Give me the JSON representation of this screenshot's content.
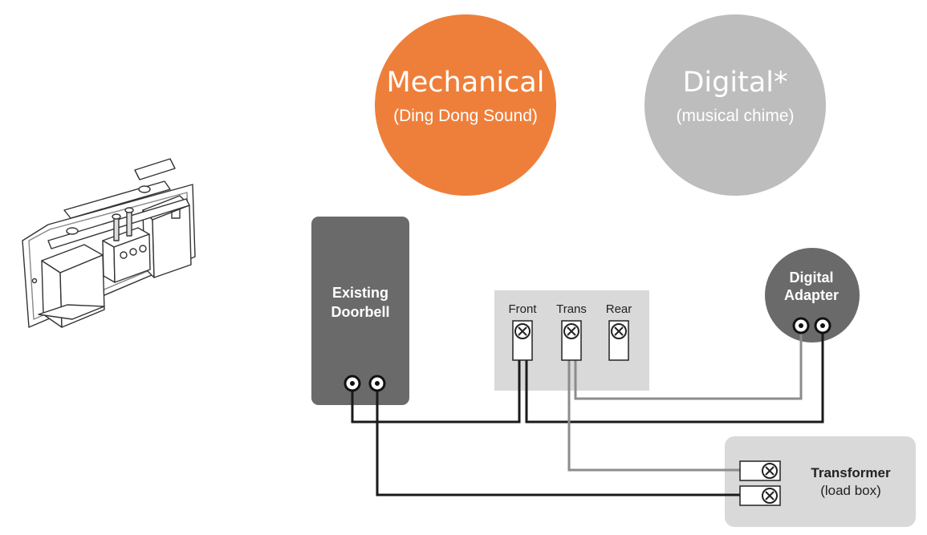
{
  "options": {
    "mechanical": {
      "title": "Mechanical",
      "subtitle": "(Ding Dong Sound)",
      "color": "#ee7f3b"
    },
    "digital": {
      "title": "Digital*",
      "subtitle": "(musical chime)",
      "color": "#bdbdbd"
    }
  },
  "existing_doorbell": {
    "line1": "Existing",
    "line2": "Doorbell",
    "color": "#6a6a6a"
  },
  "terminal_block": {
    "labels": [
      "Front",
      "Trans",
      "Rear"
    ],
    "color": "#d9d9d9"
  },
  "digital_adapter": {
    "line1": "Digital",
    "line2": "Adapter",
    "color": "#6a6a6a"
  },
  "transformer": {
    "line1": "Transformer",
    "line2": "(load box)",
    "color": "#d9d9d9"
  },
  "wire_colors": {
    "black": "#1a1a1a",
    "gray": "#8c8c8c"
  }
}
